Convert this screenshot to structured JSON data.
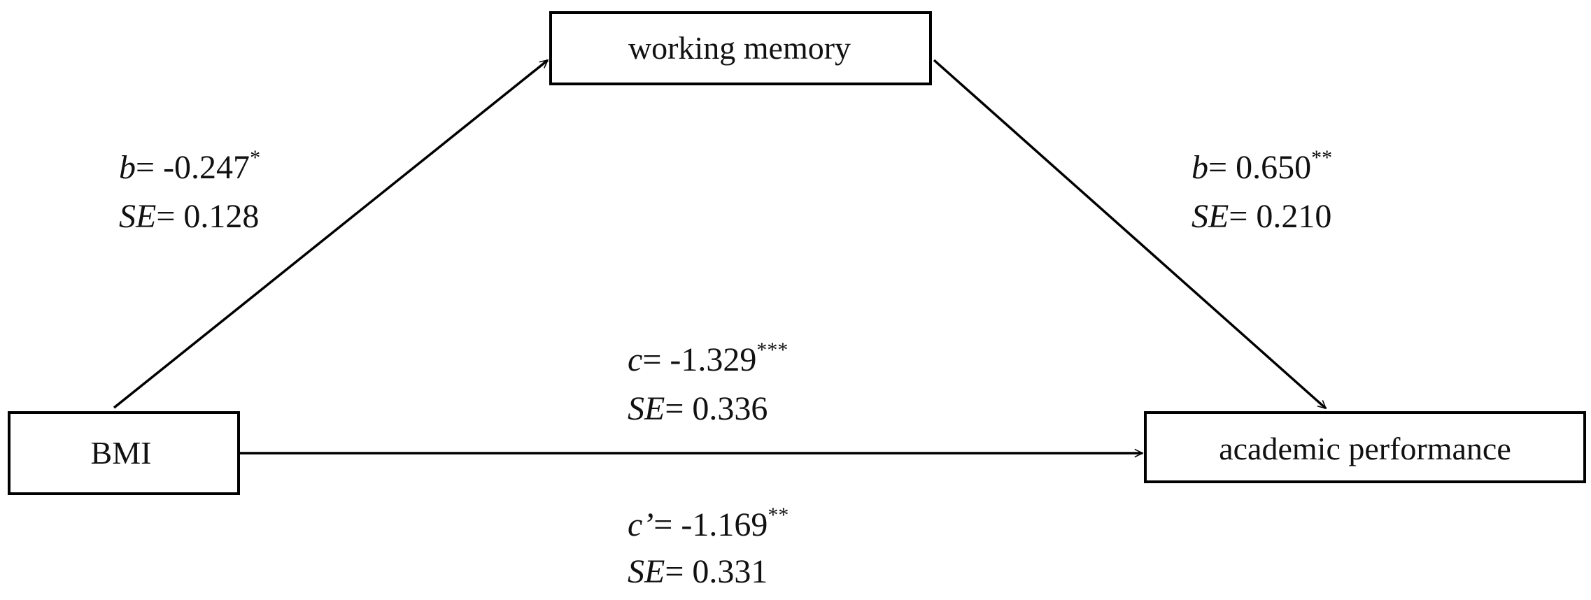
{
  "nodes": {
    "mediator": "working memory",
    "predictor": "BMI",
    "outcome": "academic performance"
  },
  "paths": {
    "a": {
      "coef_symbol": "b",
      "coef_value": "= -0.247",
      "sig": "*",
      "se_symbol": "SE",
      "se_value": "= 0.128"
    },
    "b": {
      "coef_symbol": "b",
      "coef_value": "= 0.650",
      "sig": "**",
      "se_symbol": "SE",
      "se_value": "= 0.210"
    },
    "c": {
      "coef_symbol": "c",
      "coef_value": "= -1.329",
      "sig": "***",
      "se_symbol": "SE",
      "se_value": "= 0.336"
    },
    "c_prime": {
      "coef_symbol": "c’",
      "coef_value": "= -1.169",
      "sig": "**",
      "se_symbol": "SE",
      "se_value": "= 0.331"
    }
  },
  "colors": {
    "stroke": "#000000",
    "text": "#111111",
    "background": "#ffffff"
  }
}
